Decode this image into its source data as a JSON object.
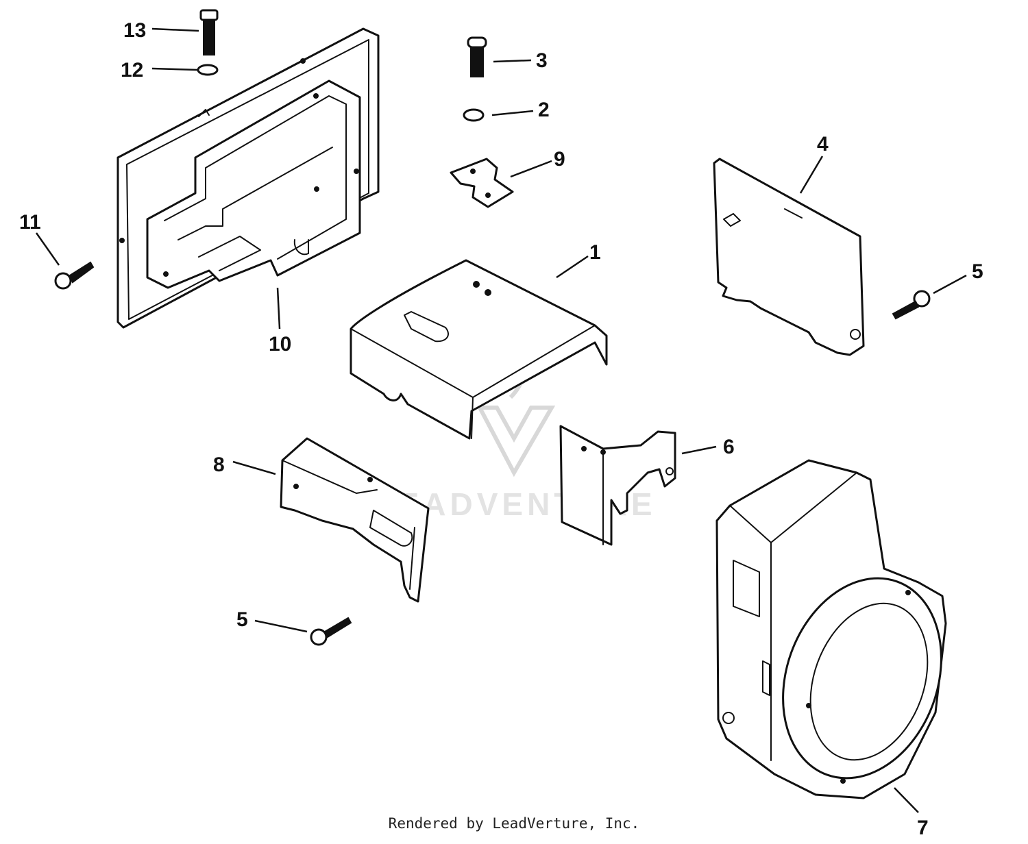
{
  "diagram": {
    "callouts": {
      "c1": "1",
      "c2": "2",
      "c3": "3",
      "c4": "4",
      "c5a": "5",
      "c5b": "5",
      "c6": "6",
      "c7": "7",
      "c8": "8",
      "c9": "9",
      "c10": "10",
      "c11": "11",
      "c12": "12",
      "c13": "13"
    },
    "watermark_text": "LEADVENTURE",
    "footer_text": "Rendered by LeadVerture, Inc."
  },
  "colors": {
    "line": "#111111",
    "background": "#ffffff",
    "watermark": "#d8d8d8"
  }
}
